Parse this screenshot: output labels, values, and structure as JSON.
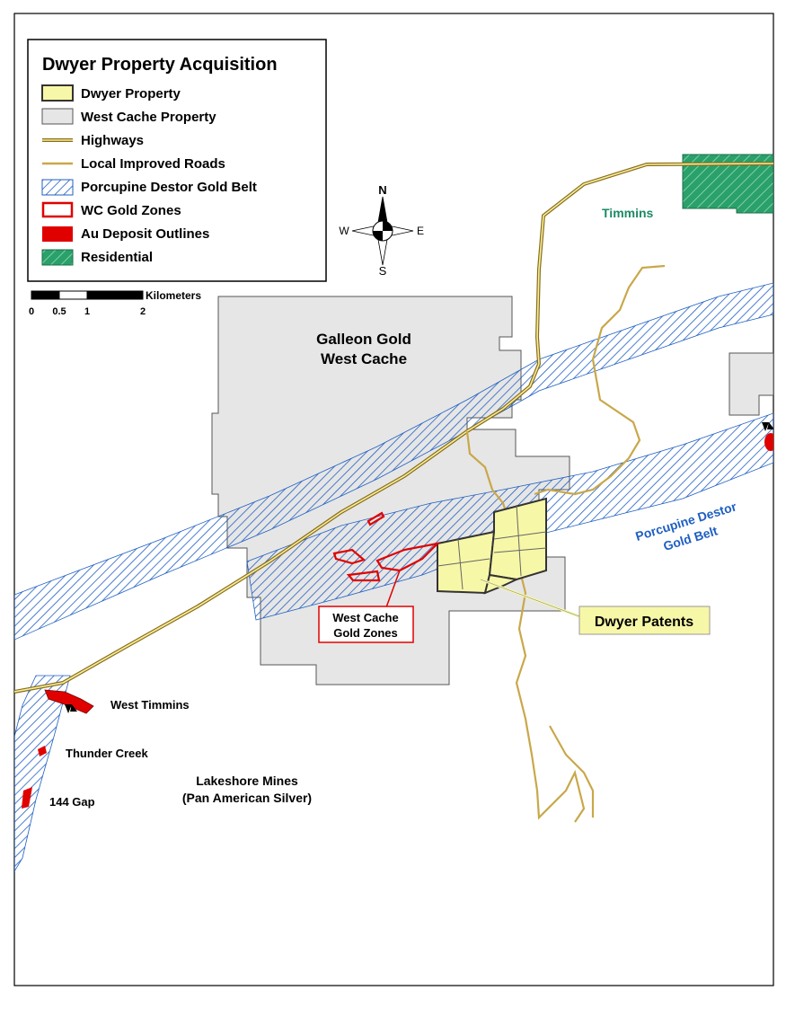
{
  "legend": {
    "title": "Dwyer Property Acquisition",
    "items": [
      {
        "label": "Dwyer Property",
        "symbol": "dwyer-property-swatch-icon",
        "color": "#f7f7a8"
      },
      {
        "label": "West Cache Property",
        "symbol": "west-cache-property-swatch-icon",
        "color": "#e6e6e6"
      },
      {
        "label": "Highways",
        "symbol": "highway-line-icon",
        "color": "#c9a84a"
      },
      {
        "label": "Local Improved Roads",
        "symbol": "local-road-line-icon",
        "color": "#c9a84a"
      },
      {
        "label": "Porcupine Destor Gold Belt",
        "symbol": "gold-belt-hatch-icon",
        "color": "#1f5fc2"
      },
      {
        "label": "WC Gold Zones",
        "symbol": "wc-gold-zone-outline-icon",
        "color": "#e00000"
      },
      {
        "label": "Au Deposit Outlines",
        "symbol": "au-deposit-fill-icon",
        "color": "#e00000"
      },
      {
        "label": "Residential",
        "symbol": "residential-hatch-icon",
        "color": "#2aa06a"
      }
    ]
  },
  "compass": {
    "n": "N",
    "s": "S",
    "e": "E",
    "w": "W"
  },
  "scalebar": {
    "unit": "Kilometers",
    "ticks": [
      "0",
      "0.5",
      "1",
      "2"
    ]
  },
  "labels": {
    "timmins": "Timmins",
    "galleon_line1": "Galleon Gold",
    "galleon_line2": "West Cache",
    "belt_line1": "Porcupine Destor",
    "belt_line2": "Gold Belt",
    "wc_zones_line1": "West Cache",
    "wc_zones_line2": "Gold Zones",
    "dwyer_patents": "Dwyer Patents",
    "west_timmins": "West Timmins",
    "thunder_creek": "Thunder Creek",
    "gap_144": "144 Gap",
    "lakeshore_line1": "Lakeshore Mines",
    "lakeshore_line2": "(Pan American Silver)"
  },
  "colors": {
    "property_fill": "#e6e6e6",
    "dwyer_fill": "#f7f7a8",
    "hatch": "#1f5fc2",
    "road": "#c9a84a",
    "gold_zone": "#e00000",
    "residential": "#2aa06a",
    "timmins_text": "#1d8a63",
    "belt_text": "#1f5fc2"
  }
}
